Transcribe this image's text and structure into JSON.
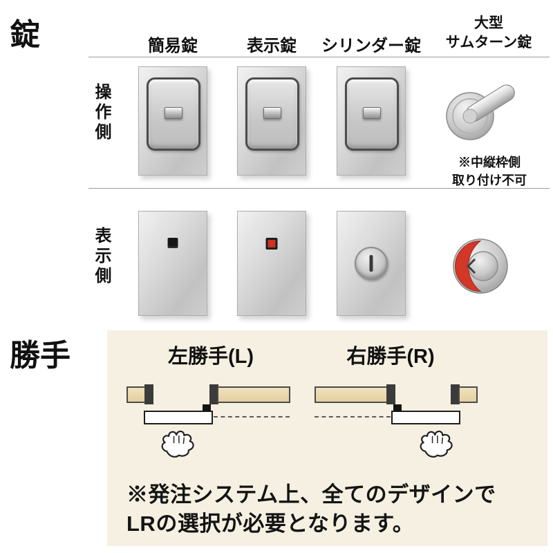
{
  "lock": {
    "title": "錠",
    "columns": [
      "簡易錠",
      "表示錠",
      "シリンダー錠"
    ],
    "col4": {
      "line1": "大型",
      "line2": "サムターン錠"
    },
    "row1_label": "操作側",
    "row2_label": "表示側",
    "note_line1": "※中縦枠側",
    "note_line2": "取り付け不可"
  },
  "handed": {
    "title": "勝手",
    "left_label": "左勝手(L)",
    "right_label": "右勝手(R)",
    "note_line1": "※発注システム上、全てのデザインで",
    "note_line2": "LRの選択が必要となります。"
  },
  "colors": {
    "panel_cream": "#f5f0e1",
    "wood": "#ecd9ac",
    "indicator_red": "#d23728",
    "metal_light": "#f1f1f1",
    "metal_dark": "#a8a8a8",
    "frame_dark": "#3b3b3b"
  }
}
